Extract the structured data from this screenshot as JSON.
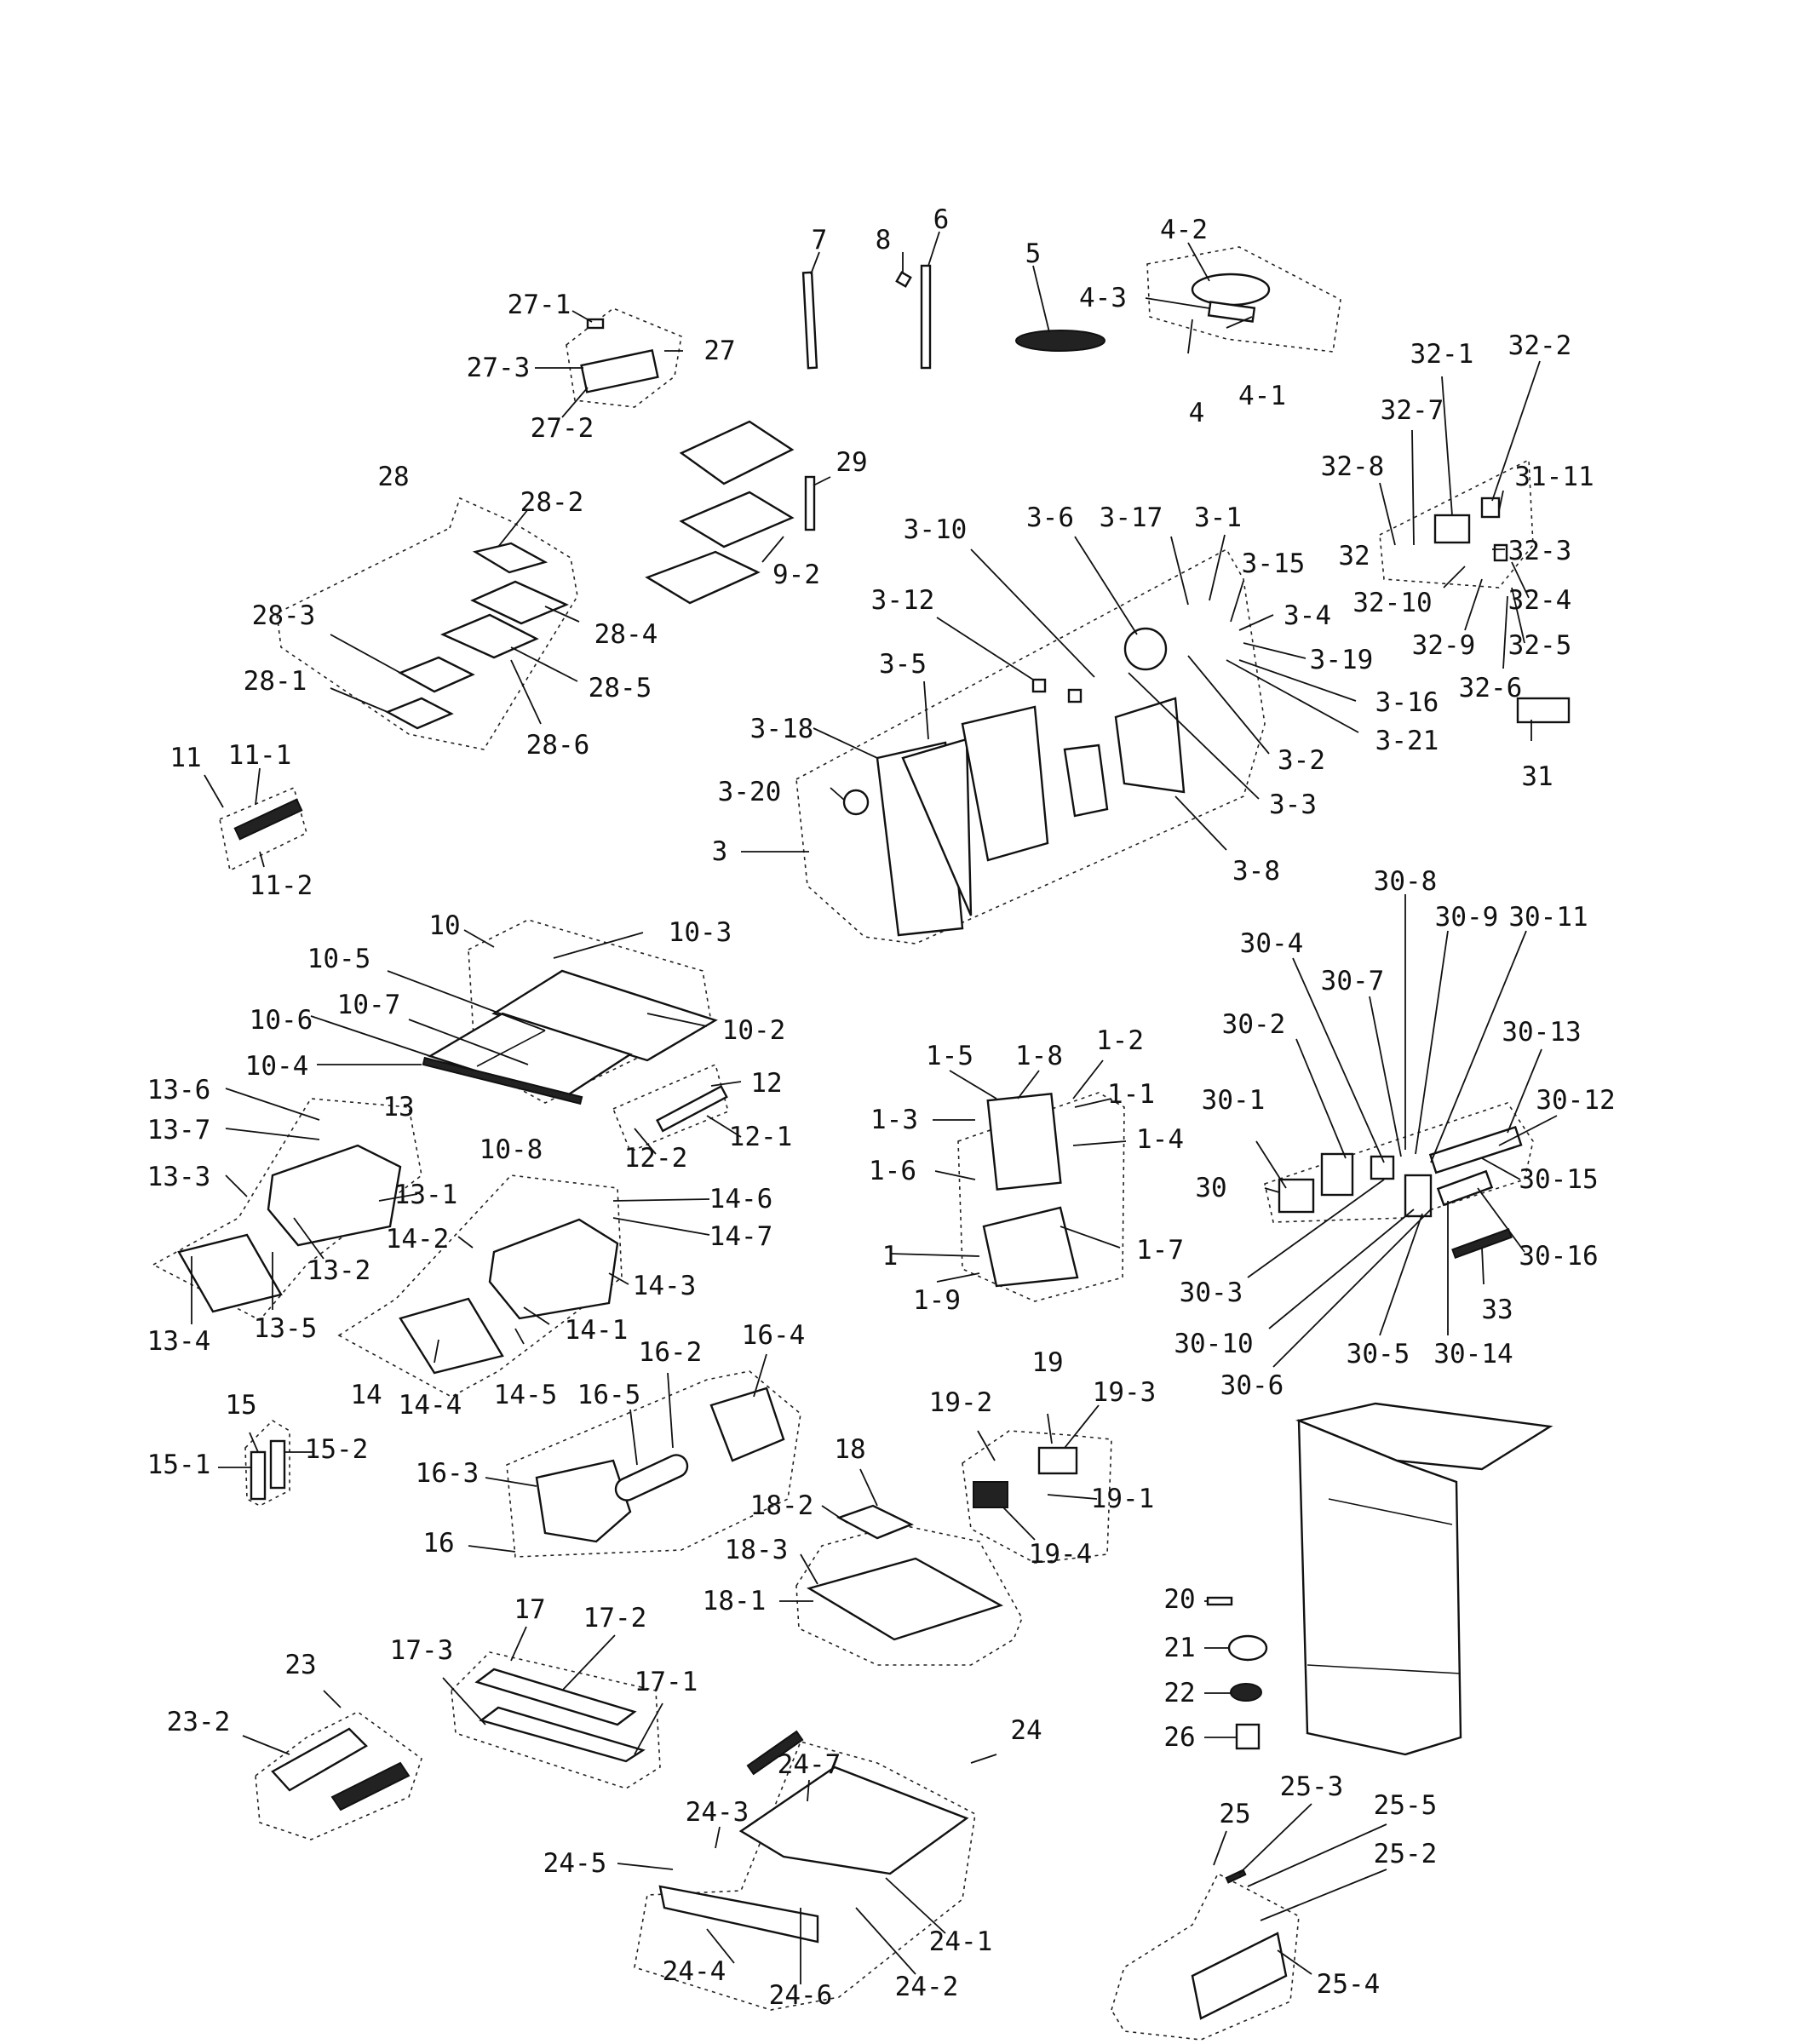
{
  "diagram": {
    "labels": [
      {
        "id": "7",
        "text": "7"
      },
      {
        "id": "8",
        "text": "8"
      },
      {
        "id": "6",
        "text": "6"
      },
      {
        "id": "5",
        "text": "5"
      },
      {
        "id": "4-2",
        "text": "4-2"
      },
      {
        "id": "4-3",
        "text": "4-3"
      },
      {
        "id": "4-1",
        "text": "4-1"
      },
      {
        "id": "4",
        "text": "4"
      },
      {
        "id": "27-1",
        "text": "27-1"
      },
      {
        "id": "27",
        "text": "27"
      },
      {
        "id": "27-3",
        "text": "27-3"
      },
      {
        "id": "27-2",
        "text": "27-2"
      },
      {
        "id": "29",
        "text": "29"
      },
      {
        "id": "9-2",
        "text": "9-2"
      },
      {
        "id": "28",
        "text": "28"
      },
      {
        "id": "28-2",
        "text": "28-2"
      },
      {
        "id": "28-4",
        "text": "28-4"
      },
      {
        "id": "28-3",
        "text": "28-3"
      },
      {
        "id": "28-5",
        "text": "28-5"
      },
      {
        "id": "28-1",
        "text": "28-1"
      },
      {
        "id": "28-6",
        "text": "28-6"
      },
      {
        "id": "11",
        "text": "11"
      },
      {
        "id": "11-1",
        "text": "11-1"
      },
      {
        "id": "11-2",
        "text": "11-2"
      },
      {
        "id": "32-1",
        "text": "32-1"
      },
      {
        "id": "32-2",
        "text": "32-2"
      },
      {
        "id": "32-7",
        "text": "32-7"
      },
      {
        "id": "32-8",
        "text": "32-8"
      },
      {
        "id": "31-11",
        "text": "31-11"
      },
      {
        "id": "32",
        "text": "32"
      },
      {
        "id": "32-3",
        "text": "32-3"
      },
      {
        "id": "32-10",
        "text": "32-10"
      },
      {
        "id": "32-4",
        "text": "32-4"
      },
      {
        "id": "32-9",
        "text": "32-9"
      },
      {
        "id": "32-5",
        "text": "32-5"
      },
      {
        "id": "32-6",
        "text": "32-6"
      },
      {
        "id": "31",
        "text": "31"
      },
      {
        "id": "3-10",
        "text": "3-10"
      },
      {
        "id": "3-6",
        "text": "3-6"
      },
      {
        "id": "3-17",
        "text": "3-17"
      },
      {
        "id": "3-1",
        "text": "3-1"
      },
      {
        "id": "3-15",
        "text": "3-15"
      },
      {
        "id": "3-12",
        "text": "3-12"
      },
      {
        "id": "3-4",
        "text": "3-4"
      },
      {
        "id": "3-19",
        "text": "3-19"
      },
      {
        "id": "3-5",
        "text": "3-5"
      },
      {
        "id": "3-16",
        "text": "3-16"
      },
      {
        "id": "3-21",
        "text": "3-21"
      },
      {
        "id": "3-18",
        "text": "3-18"
      },
      {
        "id": "3-2",
        "text": "3-2"
      },
      {
        "id": "3-20",
        "text": "3-20"
      },
      {
        "id": "3-3",
        "text": "3-3"
      },
      {
        "id": "3",
        "text": "3"
      },
      {
        "id": "3-8",
        "text": "3-8"
      },
      {
        "id": "10",
        "text": "10"
      },
      {
        "id": "10-3",
        "text": "10-3"
      },
      {
        "id": "10-5",
        "text": "10-5"
      },
      {
        "id": "10-2",
        "text": "10-2"
      },
      {
        "id": "10-6",
        "text": "10-6"
      },
      {
        "id": "10-7",
        "text": "10-7"
      },
      {
        "id": "10-4",
        "text": "10-4"
      },
      {
        "id": "13",
        "text": "13"
      },
      {
        "id": "10-8",
        "text": "10-8"
      },
      {
        "id": "12",
        "text": "12"
      },
      {
        "id": "12-1",
        "text": "12-1"
      },
      {
        "id": "12-2",
        "text": "12-2"
      },
      {
        "id": "13-6",
        "text": "13-6"
      },
      {
        "id": "13-7",
        "text": "13-7"
      },
      {
        "id": "13-3",
        "text": "13-3"
      },
      {
        "id": "13-1",
        "text": "13-1"
      },
      {
        "id": "13-2",
        "text": "13-2"
      },
      {
        "id": "13-4",
        "text": "13-4"
      },
      {
        "id": "13-5",
        "text": "13-5"
      },
      {
        "id": "14-6",
        "text": "14-6"
      },
      {
        "id": "14-7",
        "text": "14-7"
      },
      {
        "id": "14-2",
        "text": "14-2"
      },
      {
        "id": "14-3",
        "text": "14-3"
      },
      {
        "id": "14-1",
        "text": "14-1"
      },
      {
        "id": "14",
        "text": "14"
      },
      {
        "id": "14-4",
        "text": "14-4"
      },
      {
        "id": "14-5",
        "text": "14-5"
      },
      {
        "id": "1-5",
        "text": "1-5"
      },
      {
        "id": "1-8",
        "text": "1-8"
      },
      {
        "id": "1-2",
        "text": "1-2"
      },
      {
        "id": "1-1",
        "text": "1-1"
      },
      {
        "id": "1-3",
        "text": "1-3"
      },
      {
        "id": "1-4",
        "text": "1-4"
      },
      {
        "id": "1-6",
        "text": "1-6"
      },
      {
        "id": "1-7",
        "text": "1-7"
      },
      {
        "id": "1",
        "text": "1"
      },
      {
        "id": "1-9",
        "text": "1-9"
      },
      {
        "id": "30-8",
        "text": "30-8"
      },
      {
        "id": "30-9",
        "text": "30-9"
      },
      {
        "id": "30-11",
        "text": "30-11"
      },
      {
        "id": "30-4",
        "text": "30-4"
      },
      {
        "id": "30-7",
        "text": "30-7"
      },
      {
        "id": "30-2",
        "text": "30-2"
      },
      {
        "id": "30-13",
        "text": "30-13"
      },
      {
        "id": "30-12",
        "text": "30-12"
      },
      {
        "id": "30-1",
        "text": "30-1"
      },
      {
        "id": "30",
        "text": "30"
      },
      {
        "id": "30-15",
        "text": "30-15"
      },
      {
        "id": "30-16",
        "text": "30-16"
      },
      {
        "id": "33",
        "text": "33"
      },
      {
        "id": "30-3",
        "text": "30-3"
      },
      {
        "id": "30-10",
        "text": "30-10"
      },
      {
        "id": "30-5",
        "text": "30-5"
      },
      {
        "id": "30-14",
        "text": "30-14"
      },
      {
        "id": "30-6",
        "text": "30-6"
      },
      {
        "id": "16-2",
        "text": "16-2"
      },
      {
        "id": "16-4",
        "text": "16-4"
      },
      {
        "id": "16-5",
        "text": "16-5"
      },
      {
        "id": "16-3",
        "text": "16-3"
      },
      {
        "id": "16",
        "text": "16"
      },
      {
        "id": "15",
        "text": "15"
      },
      {
        "id": "15-1",
        "text": "15-1"
      },
      {
        "id": "15-2",
        "text": "15-2"
      },
      {
        "id": "19-2",
        "text": "19-2"
      },
      {
        "id": "19",
        "text": "19"
      },
      {
        "id": "19-3",
        "text": "19-3"
      },
      {
        "id": "19-1",
        "text": "19-1"
      },
      {
        "id": "19-4",
        "text": "19-4"
      },
      {
        "id": "18",
        "text": "18"
      },
      {
        "id": "18-2",
        "text": "18-2"
      },
      {
        "id": "18-3",
        "text": "18-3"
      },
      {
        "id": "18-1",
        "text": "18-1"
      },
      {
        "id": "20",
        "text": "20"
      },
      {
        "id": "21",
        "text": "21"
      },
      {
        "id": "22",
        "text": "22"
      },
      {
        "id": "26",
        "text": "26"
      },
      {
        "id": "17",
        "text": "17"
      },
      {
        "id": "17-2",
        "text": "17-2"
      },
      {
        "id": "17-3",
        "text": "17-3"
      },
      {
        "id": "17-1",
        "text": "17-1"
      },
      {
        "id": "23",
        "text": "23"
      },
      {
        "id": "23-2",
        "text": "23-2"
      },
      {
        "id": "24-7",
        "text": "24-7"
      },
      {
        "id": "24",
        "text": "24"
      },
      {
        "id": "24-3",
        "text": "24-3"
      },
      {
        "id": "24-5",
        "text": "24-5"
      },
      {
        "id": "24-1",
        "text": "24-1"
      },
      {
        "id": "24-4",
        "text": "24-4"
      },
      {
        "id": "24-6",
        "text": "24-6"
      },
      {
        "id": "24-2",
        "text": "24-2"
      },
      {
        "id": "25",
        "text": "25"
      },
      {
        "id": "25-3",
        "text": "25-3"
      },
      {
        "id": "25-5",
        "text": "25-5"
      },
      {
        "id": "25-2",
        "text": "25-2"
      },
      {
        "id": "25-4",
        "text": "25-4"
      }
    ]
  }
}
